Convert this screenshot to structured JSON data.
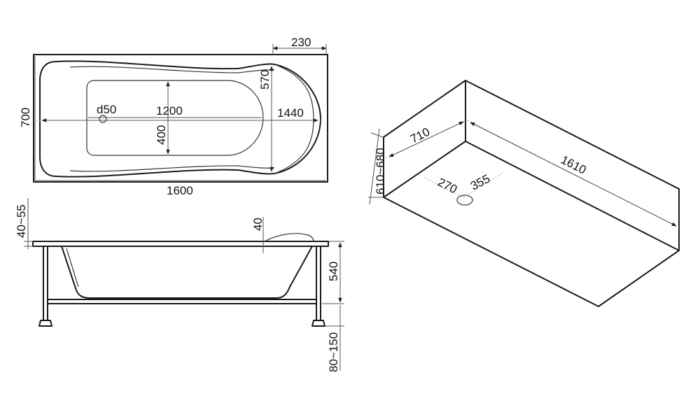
{
  "colors": {
    "stroke": "#1a1a1a",
    "dim": "#555555",
    "dotted": "#8a8a8a",
    "text": "#111111"
  },
  "top_view": {
    "width_overall": "1600",
    "height_overall": "700",
    "dim_230": "230",
    "dim_570": "570",
    "dim_1440": "1440",
    "dim_1200": "1200",
    "dim_400": "400",
    "drain": "d50"
  },
  "side_view": {
    "rim_height": "40~55",
    "rim_40": "40",
    "depth": "540",
    "legs": "80~150"
  },
  "niche_view": {
    "height": "610~680",
    "width": "710",
    "length": "1610",
    "drain_x": "270",
    "drain_y": "355"
  }
}
